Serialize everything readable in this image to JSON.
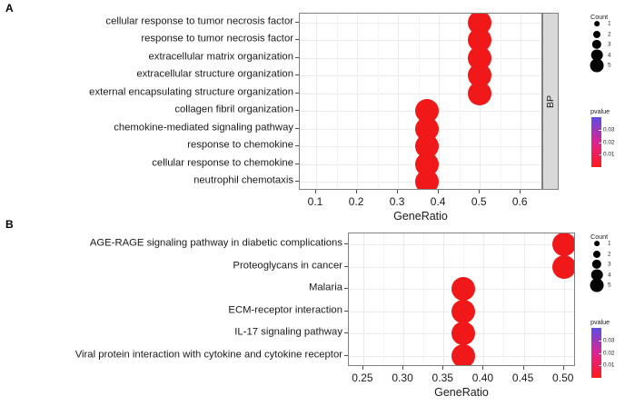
{
  "figure": {
    "panels": [
      {
        "letter": "A"
      },
      {
        "letter": "B"
      }
    ]
  },
  "panel_a": {
    "letter": "A",
    "strip_label": "BP",
    "axis_title": "GeneRatio",
    "count_legend_title": "Count",
    "pvalue_legend_title": "pvalue",
    "count_legend_labels": [
      "1",
      "2",
      "3",
      "4",
      "5"
    ],
    "pvalue_legend_labels": [
      "0.03",
      "0.02",
      "0.01"
    ],
    "xticklabels": [
      "0.1",
      "0.2",
      "0.3",
      "0.4",
      "0.5",
      "0.6"
    ]
  },
  "panel_b": {
    "letter": "B",
    "axis_title": "GeneRatio",
    "count_legend_title": "Count",
    "pvalue_legend_title": "pvalue",
    "count_legend_labels": [
      "1",
      "2",
      "3",
      "4",
      "5"
    ],
    "pvalue_legend_labels": [
      "0.03",
      "0.02",
      "0.01"
    ],
    "xticklabels": [
      "0.25",
      "0.30",
      "0.35",
      "0.40",
      "0.45",
      "0.50"
    ]
  },
  "chart_data": [
    {
      "type": "scatter",
      "panel": "A",
      "title": "",
      "xlabel": "GeneRatio",
      "ylabel": "",
      "facet": "BP",
      "xlim": [
        0.06,
        0.655
      ],
      "xticks": [
        0.1,
        0.2,
        0.3,
        0.4,
        0.5,
        0.6
      ],
      "xticklabels": [
        "0.1",
        "0.2",
        "0.3",
        "0.4",
        "0.5",
        "0.6"
      ],
      "grid": true,
      "legend_position": "right",
      "size_legend": {
        "name": "Count",
        "values": [
          1,
          2,
          3,
          4,
          5
        ]
      },
      "color_legend": {
        "name": "pvalue",
        "ticks": [
          0.03,
          0.02,
          0.01
        ],
        "ticklabels": [
          "0.03",
          "0.02",
          "0.01"
        ],
        "low_color": "#ff1a1a",
        "high_color": "#5b4be6",
        "mid_color": "#e0228c"
      },
      "categories": [
        "cellular response to tumor necrosis factor",
        "response to tumor necrosis factor",
        "extracellular matrix organization",
        "extracellular structure organization",
        "external encapsulating structure organization",
        "collagen fibril organization",
        "chemokine-mediated signaling pathway",
        "response to chemokine",
        "cellular response to chemokine",
        "neutrophil chemotaxis"
      ],
      "points": [
        {
          "category": "cellular response to tumor necrosis factor",
          "GeneRatio": 0.5,
          "Count": 5,
          "pvalue": 0.005,
          "color": "#f01818"
        },
        {
          "category": "response to tumor necrosis factor",
          "GeneRatio": 0.5,
          "Count": 5,
          "pvalue": 0.005,
          "color": "#f01818"
        },
        {
          "category": "extracellular matrix organization",
          "GeneRatio": 0.5,
          "Count": 5,
          "pvalue": 0.005,
          "color": "#f01818"
        },
        {
          "category": "extracellular structure organization",
          "GeneRatio": 0.5,
          "Count": 5,
          "pvalue": 0.005,
          "color": "#f01818"
        },
        {
          "category": "external encapsulating structure organization",
          "GeneRatio": 0.5,
          "Count": 5,
          "pvalue": 0.005,
          "color": "#f01818"
        },
        {
          "category": "collagen fibril organization",
          "GeneRatio": 0.37,
          "Count": 5,
          "pvalue": 0.005,
          "color": "#f01818"
        },
        {
          "category": "chemokine-mediated signaling pathway",
          "GeneRatio": 0.37,
          "Count": 5,
          "pvalue": 0.005,
          "color": "#f01818"
        },
        {
          "category": "response to chemokine",
          "GeneRatio": 0.37,
          "Count": 5,
          "pvalue": 0.005,
          "color": "#f01818"
        },
        {
          "category": "cellular response to chemokine",
          "GeneRatio": 0.37,
          "Count": 5,
          "pvalue": 0.005,
          "color": "#f01818"
        },
        {
          "category": "neutrophil chemotaxis",
          "GeneRatio": 0.37,
          "Count": 5,
          "pvalue": 0.005,
          "color": "#f01818"
        }
      ]
    },
    {
      "type": "scatter",
      "panel": "B",
      "title": "",
      "xlabel": "GeneRatio",
      "ylabel": "",
      "xlim": [
        0.232,
        0.515
      ],
      "xticks": [
        0.25,
        0.3,
        0.35,
        0.4,
        0.45,
        0.5
      ],
      "xticklabels": [
        "0.25",
        "0.30",
        "0.35",
        "0.40",
        "0.45",
        "0.50"
      ],
      "grid": true,
      "legend_position": "right",
      "size_legend": {
        "name": "Count",
        "values": [
          1,
          2,
          3,
          4,
          5
        ]
      },
      "color_legend": {
        "name": "pvalue",
        "ticks": [
          0.03,
          0.02,
          0.01
        ],
        "ticklabels": [
          "0.03",
          "0.02",
          "0.01"
        ],
        "low_color": "#ff1a1a",
        "high_color": "#5b4be6",
        "mid_color": "#e0228c"
      },
      "categories": [
        "AGE-RAGE signaling pathway in diabetic complications",
        "Proteoglycans in cancer",
        "Malaria",
        "ECM-receptor interaction",
        "IL-17 signaling pathway",
        "Viral protein interaction with cytokine and cytokine receptor"
      ],
      "points": [
        {
          "category": "AGE-RAGE signaling pathway in diabetic complications",
          "GeneRatio": 0.5,
          "Count": 5,
          "pvalue": 0.005,
          "color": "#f01818"
        },
        {
          "category": "Proteoglycans in cancer",
          "GeneRatio": 0.5,
          "Count": 5,
          "pvalue": 0.005,
          "color": "#f01818"
        },
        {
          "category": "Malaria",
          "GeneRatio": 0.375,
          "Count": 5,
          "pvalue": 0.005,
          "color": "#f01818"
        },
        {
          "category": "ECM-receptor interaction",
          "GeneRatio": 0.375,
          "Count": 5,
          "pvalue": 0.005,
          "color": "#f01818"
        },
        {
          "category": "IL-17 signaling pathway",
          "GeneRatio": 0.375,
          "Count": 5,
          "pvalue": 0.005,
          "color": "#f01818"
        },
        {
          "category": "Viral protein interaction with cytokine and cytokine receptor",
          "GeneRatio": 0.375,
          "Count": 5,
          "pvalue": 0.005,
          "color": "#f01818"
        }
      ]
    }
  ]
}
